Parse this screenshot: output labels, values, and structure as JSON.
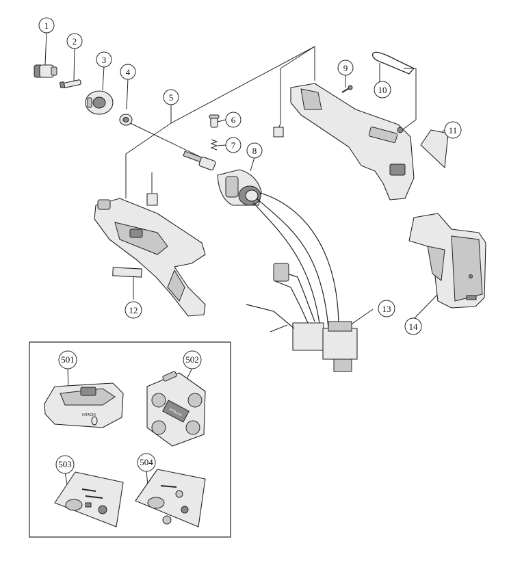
{
  "callouts": [
    {
      "id": "c1",
      "label": "1"
    },
    {
      "id": "c2",
      "label": "2"
    },
    {
      "id": "c3",
      "label": "3"
    },
    {
      "id": "c4",
      "label": "4"
    },
    {
      "id": "c5",
      "label": "5"
    },
    {
      "id": "c6",
      "label": "6"
    },
    {
      "id": "c7",
      "label": "7"
    },
    {
      "id": "c8",
      "label": "8"
    },
    {
      "id": "c9",
      "label": "9"
    },
    {
      "id": "c10",
      "label": "10"
    },
    {
      "id": "c11",
      "label": "11"
    },
    {
      "id": "c12",
      "label": "12"
    },
    {
      "id": "c13",
      "label": "13"
    },
    {
      "id": "c14",
      "label": "14"
    },
    {
      "id": "c501",
      "label": "501"
    },
    {
      "id": "c502",
      "label": "502"
    },
    {
      "id": "c503",
      "label": "503"
    },
    {
      "id": "c504",
      "label": "504"
    }
  ],
  "brand_marks": {
    "charger_logo": "HITACHI",
    "case_logo": "HITACHI"
  }
}
